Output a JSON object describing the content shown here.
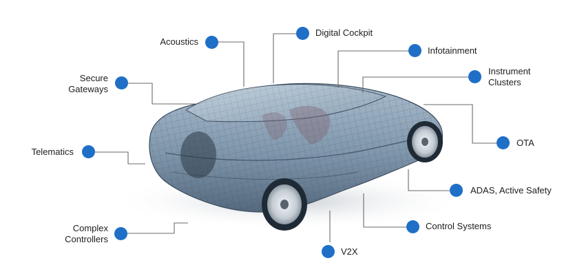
{
  "diagram": {
    "accent_color": "#1f6fc7",
    "line_color": "#6a6a6a",
    "car_icon": "wireframe-car-illustration",
    "features": [
      {
        "id": "acoustics",
        "lines": [
          "Acoustics"
        ]
      },
      {
        "id": "digital-cockpit",
        "lines": [
          "Digital Cockpit"
        ]
      },
      {
        "id": "infotainment",
        "lines": [
          "Infotainment"
        ]
      },
      {
        "id": "instrument-clusters",
        "lines": [
          "Instrument",
          "Clusters"
        ]
      },
      {
        "id": "secure-gateways",
        "lines": [
          "Secure",
          "Gateways"
        ]
      },
      {
        "id": "ota",
        "lines": [
          "OTA"
        ]
      },
      {
        "id": "telematics",
        "lines": [
          "Telematics"
        ]
      },
      {
        "id": "adas",
        "lines": [
          "ADAS, Active Safety"
        ]
      },
      {
        "id": "complex-controllers",
        "lines": [
          "Complex",
          "Controllers"
        ]
      },
      {
        "id": "control-systems",
        "lines": [
          "Control Systems"
        ]
      },
      {
        "id": "v2x",
        "lines": [
          "V2X"
        ]
      }
    ]
  }
}
